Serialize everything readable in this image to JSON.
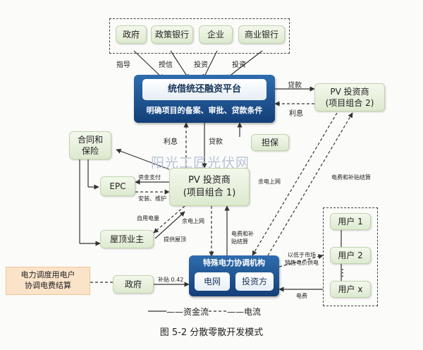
{
  "top_group": {
    "items": [
      "政府",
      "政策银行",
      "企业",
      "商业银行"
    ]
  },
  "top_labels": {
    "guide": "指导",
    "credit": "授信",
    "invest1": "投资",
    "invest2": "投资"
  },
  "platform": {
    "title": "统借统还融资平台",
    "subtitle": "明确项目的备案、审批、贷款条件"
  },
  "pv2": {
    "line1": "PV 投资商",
    "line2": "(项目组合 2)"
  },
  "pv1": {
    "line1": "PV 投资商",
    "line2": "(项目组合 1)"
  },
  "contract": {
    "line1": "合同和",
    "line2": "保险"
  },
  "epc": "EPC",
  "roof": "屋顶业主",
  "guarantee": "担保",
  "coord": {
    "title": "特殊电力协调机构",
    "grid": "电网",
    "investor": "投资方"
  },
  "gov_bottom": "政府",
  "dispatch": {
    "line1": "电力调度用电户",
    "line2": "协调电费结算"
  },
  "users": [
    "用户 1",
    "用户 2",
    "用户 x"
  ],
  "dots": "⋮",
  "labels": {
    "loan_right": "贷款",
    "interest_right": "利息",
    "interest": "利息",
    "loan": "贷款",
    "fund_payment": "资金支付",
    "install": "安装、维护",
    "self_use": "自用电量",
    "provide_roof": "提供屋顶",
    "surplus_grid_mid": "余电上网",
    "surplus_grid_right": "余电上网",
    "fee_subsidy_line1": "电费和补",
    "fee_subsidy_line2": "贴结算",
    "fee_subsidy_right": "电费和补贴结算",
    "market_line1": "以低于市场",
    "market_line2": "销售电价供电",
    "fee": "电费",
    "subsidy": "补贴 0.42"
  },
  "watermark": "阳光工匠光伏网",
  "legend": {
    "capital": "——资金流",
    "power": "——电流"
  },
  "caption": "图 5-2 分散零散开发模式"
}
